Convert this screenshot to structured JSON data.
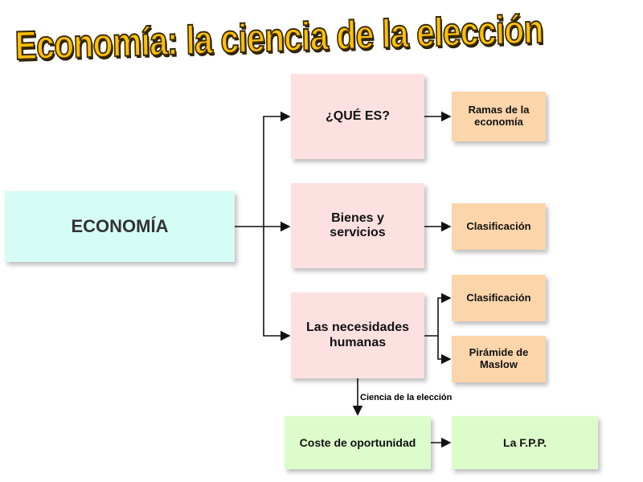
{
  "title": "Economía: la ciencia de la elección",
  "nodes": {
    "economia": "ECONOMÍA",
    "que_es": "¿QUÉ ES?",
    "bienes": "Bienes y servicios",
    "necesidades": "Las necesidades humanas",
    "ramas": "Ramas de la economía",
    "clasif_bienes": "Clasificación",
    "clasif_necesidades": "Clasificación",
    "maslow": "Pirámide de Maslow",
    "coste": "Coste de oportunidad",
    "fpp": "La F.P.P."
  },
  "edge_label": "Ciencia de la elección",
  "colors": {
    "main": "#d5fdf5",
    "pink": "#fde1e1",
    "orange": "#fdd5ab",
    "green": "#dcfdcb",
    "title": "#ffc107"
  }
}
